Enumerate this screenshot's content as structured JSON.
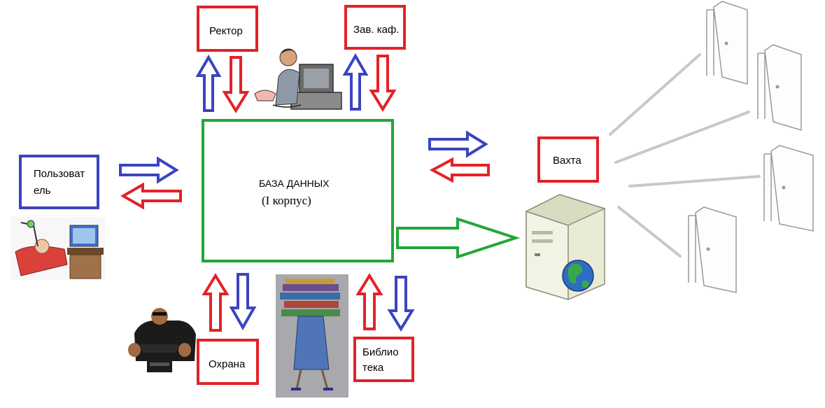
{
  "nodes": {
    "rector": "Ректор",
    "head_dept": "Зав. каф.",
    "user_line1": "Пользоват",
    "user_line2": "ель",
    "database_line1": "БАЗА ДАННЫХ",
    "database_line2": "(I корпус)",
    "watch": "Вахта",
    "security": "Охрана",
    "library_line1": "Библио",
    "library_line2": "тека"
  },
  "colors": {
    "red": "#e32228",
    "blue": "#3b44c0",
    "green": "#22a63a",
    "door_line": "#c8c8c8"
  },
  "icons": [
    "office-worker-icon",
    "user-at-desk-icon",
    "server-globe-icon",
    "security-guard-icon",
    "book-carrier-icon",
    "door-icon"
  ]
}
